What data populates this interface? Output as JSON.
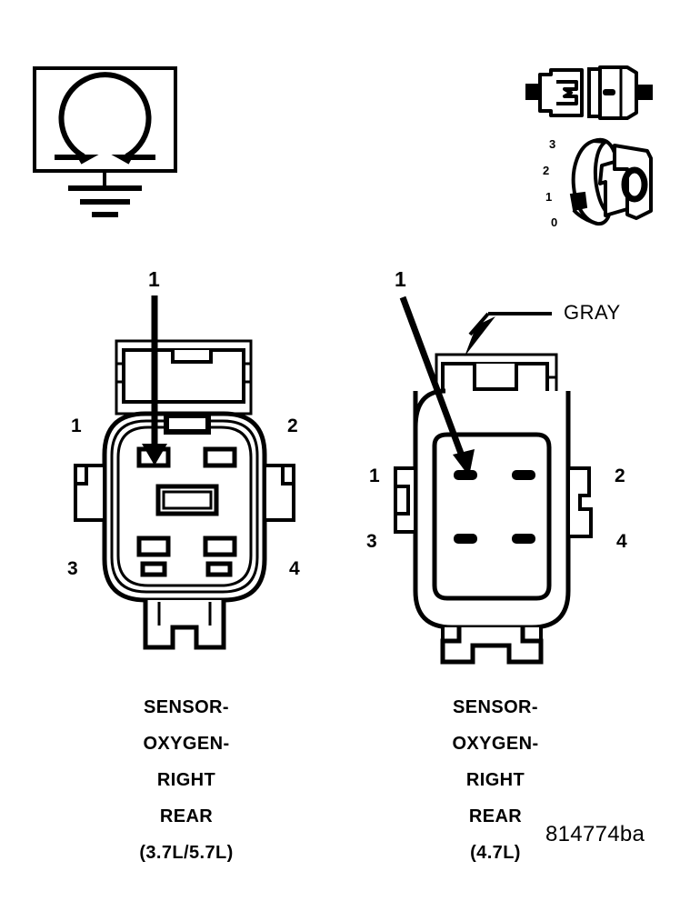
{
  "figure": {
    "id_label": "814774ba",
    "background_color": "#ffffff",
    "line_color": "#000000"
  },
  "test_symbol": {
    "name": "ohmmeter-to-ground",
    "meter_glyph": "Ω",
    "description": "ohmmeter symbol in box with chassis ground"
  },
  "connector_detail": {
    "name": "mating-connector-pair",
    "cavity_numbers": [
      "3",
      "2",
      "1",
      "0"
    ]
  },
  "left_connector": {
    "callout": "1",
    "pins": {
      "top_left": "1",
      "top_right": "2",
      "bottom_left": "3",
      "bottom_right": "4"
    },
    "caption": {
      "lines": [
        "SENSOR-",
        "OXYGEN-",
        "RIGHT",
        "REAR"
      ],
      "engine": "(3.7L/5.7L)"
    }
  },
  "right_connector": {
    "callout": "1",
    "color_label": "GRAY",
    "pins": {
      "top_left": "1",
      "top_right": "2",
      "bottom_left": "3",
      "bottom_right": "4"
    },
    "caption": {
      "lines": [
        "SENSOR-",
        "OXYGEN-",
        "RIGHT",
        "REAR"
      ],
      "engine": "(4.7L)"
    }
  }
}
